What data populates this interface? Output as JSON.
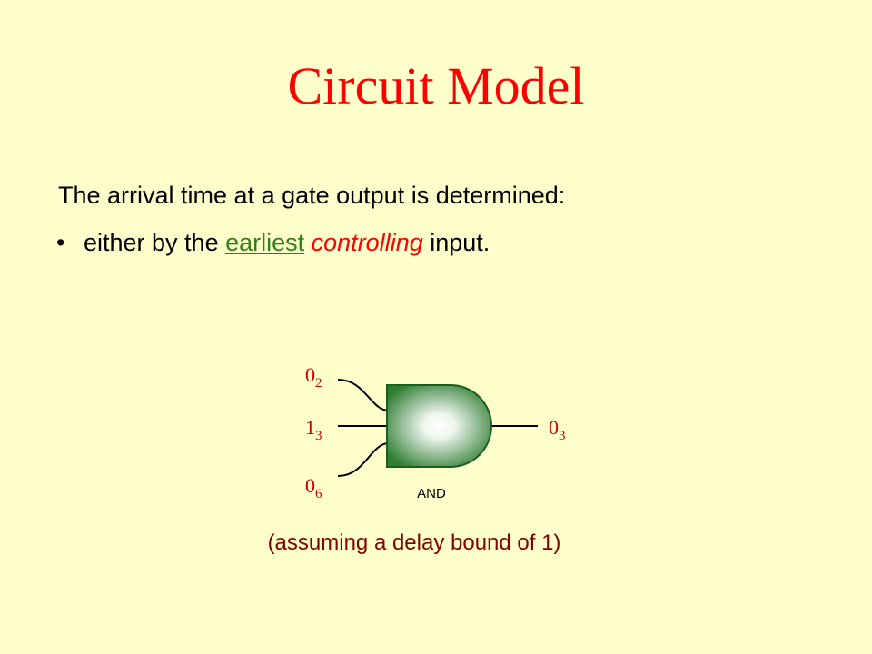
{
  "slide": {
    "title": "Circuit Model",
    "lead": "The arrival time at a gate output is determined:",
    "bullet": {
      "prefix": "either by the ",
      "earliest": "earliest",
      "controlling": "controlling",
      "suffix": " input."
    },
    "note": "(assuming a delay bound of 1)"
  },
  "gate": {
    "type_label": "AND",
    "inputs": [
      {
        "value": "0",
        "time": "2"
      },
      {
        "value": "1",
        "time": "3"
      },
      {
        "value": "0",
        "time": "6"
      }
    ],
    "output": {
      "value": "0",
      "time": "3"
    }
  },
  "colors": {
    "background": "#ffffcc",
    "title": "#ff0000",
    "earliest": "#33801a",
    "signal": "#cc0000",
    "gate": "#2e7d32"
  }
}
